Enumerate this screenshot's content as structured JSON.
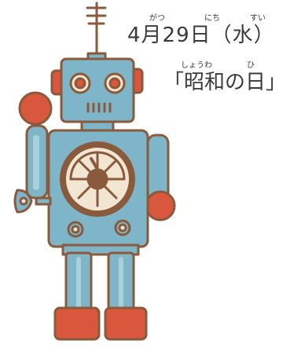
{
  "date_line": {
    "furigana": {
      "getsu": "がつ",
      "nichi": "にち",
      "sui": "すい"
    },
    "text": "4月29日（水）"
  },
  "holiday_line": {
    "furigana": {
      "showa": "しょうわ",
      "hi": "ひ"
    },
    "text": "「昭和の日」"
  },
  "colors": {
    "body_blue": "#7fb5c9",
    "outline_brown": "#8a5a3c",
    "accent_red": "#d9573c",
    "text": "#3a3a3a"
  }
}
